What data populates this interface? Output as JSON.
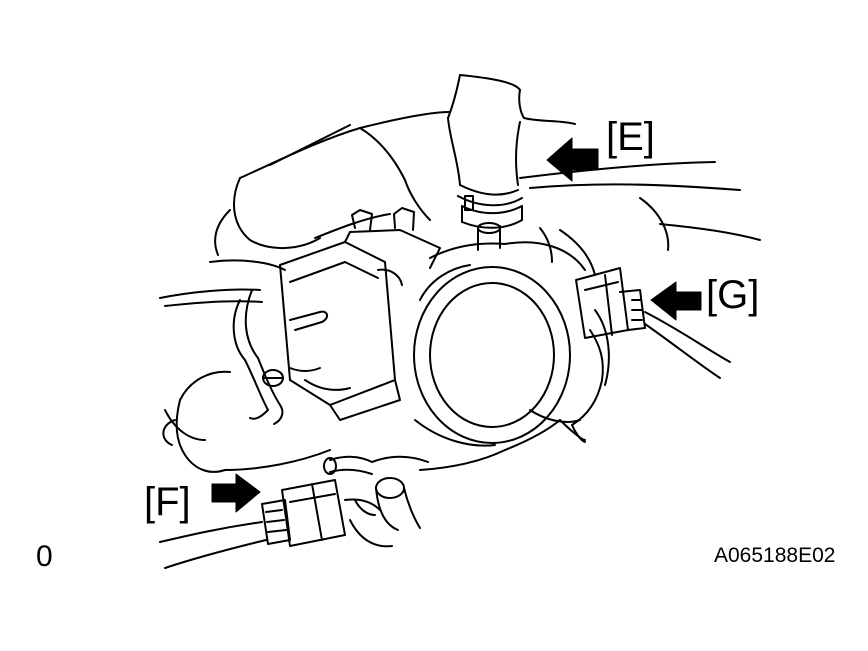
{
  "labels": {
    "e": "[E]",
    "f": "[F]",
    "g": "[G]"
  },
  "corner_number": "0",
  "figure_code": "A065188E02",
  "colors": {
    "line": "#000000",
    "background": "#ffffff"
  }
}
